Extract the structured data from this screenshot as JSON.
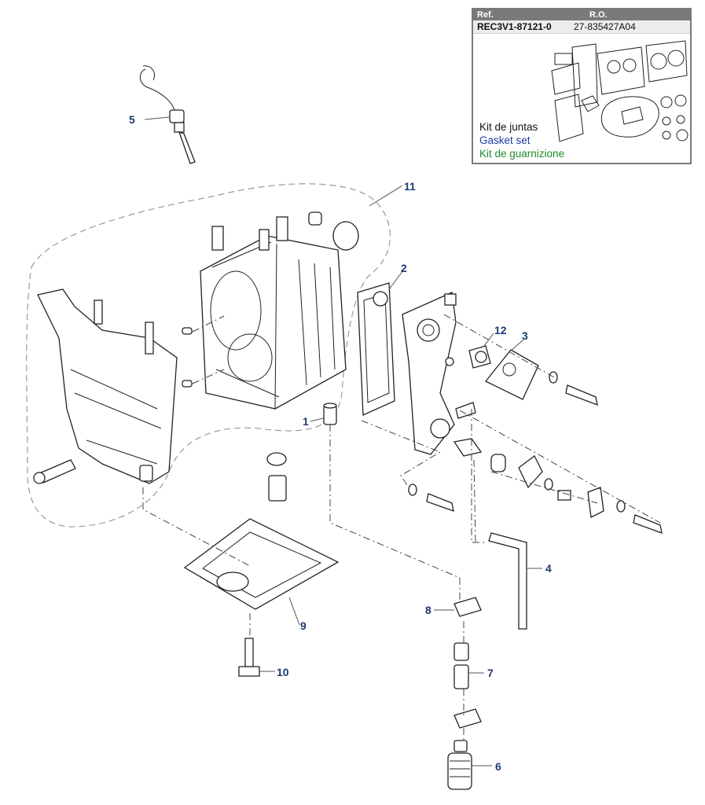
{
  "reference_box": {
    "ref_header": "Ref.",
    "ro_header": "R.O.",
    "ref_code": "REC3V1-87121-0",
    "ro_code": "27-835427A04",
    "kit_names": [
      "Kit de juntas",
      "Gasket set",
      "Kit de guarnizione"
    ],
    "colors": {
      "header_bg": "#7a7a7a",
      "spanish": "#111111",
      "english": "#1f3a9c",
      "italian": "#1e8a2a"
    }
  },
  "callouts": {
    "c1": "1",
    "c2": "2",
    "c3": "3",
    "c4": "4",
    "c5": "5",
    "c6": "6",
    "c7": "7",
    "c8": "8",
    "c9": "9",
    "c10": "10",
    "c11": "11",
    "c12": "12"
  },
  "colors": {
    "callout": "#1f3a73",
    "line_art": "#222222"
  }
}
